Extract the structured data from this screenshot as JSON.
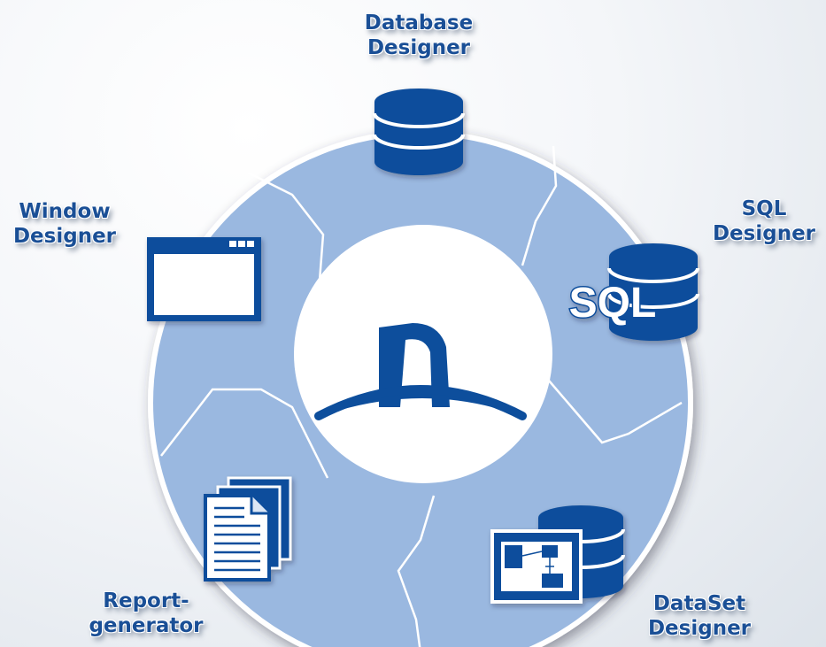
{
  "modules": [
    {
      "id": "database",
      "line1": "Database",
      "line2": "Designer",
      "icon": "database-icon"
    },
    {
      "id": "sql",
      "line1": "SQL",
      "line2": "Designer",
      "icon": "sql-database-icon",
      "icon_text": "SQL"
    },
    {
      "id": "dataset",
      "line1": "DataSet",
      "line2": "Designer",
      "icon": "dataset-diagram-icon"
    },
    {
      "id": "report",
      "line1": "Report-",
      "line2": "generator",
      "icon": "documents-icon"
    },
    {
      "id": "window",
      "line1": "Window",
      "line2": "Designer",
      "icon": "window-icon"
    }
  ],
  "center": {
    "logo_letter": "n",
    "icon": "logo-icon"
  },
  "colors": {
    "ring": "#9ab8e0",
    "ring_border": "#ffffff",
    "primary": "#0d4e9c",
    "label": "#1a4f96"
  }
}
